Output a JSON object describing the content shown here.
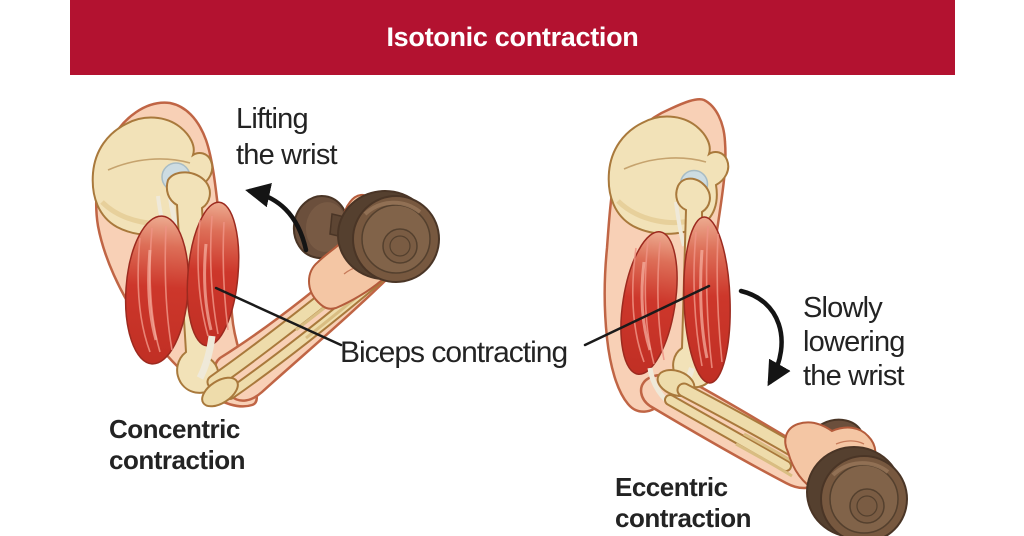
{
  "banner": {
    "title": "Isotonic contraction"
  },
  "annotations": {
    "lifting": "Lifting\nthe wrist",
    "biceps": "Biceps contracting",
    "lowering": "Slowly\nlowering\nthe wrist"
  },
  "captions": {
    "left": "Concentric\ncontraction",
    "right": "Eccentric\ncontraction"
  },
  "icons": {
    "left_arrow": "curved-arrow-up-left",
    "right_arrow": "curved-arrow-down-right"
  },
  "colors": {
    "banner_red": "#b31230",
    "title_text": "#ffffff",
    "label_text": "#232323",
    "muscle_red": "#cd372b",
    "muscle_highlight": "#f3ab9d",
    "bone_cream": "#f2e2b8",
    "bone_outline": "#a9793c",
    "joint_gray": "#cdDce2",
    "skin": "#f8d0b6",
    "skin_outline": "#c06545",
    "dumbbell_brown": "#77583f",
    "dumbbell_dark": "#4a3526",
    "arrow_black": "#141414"
  }
}
